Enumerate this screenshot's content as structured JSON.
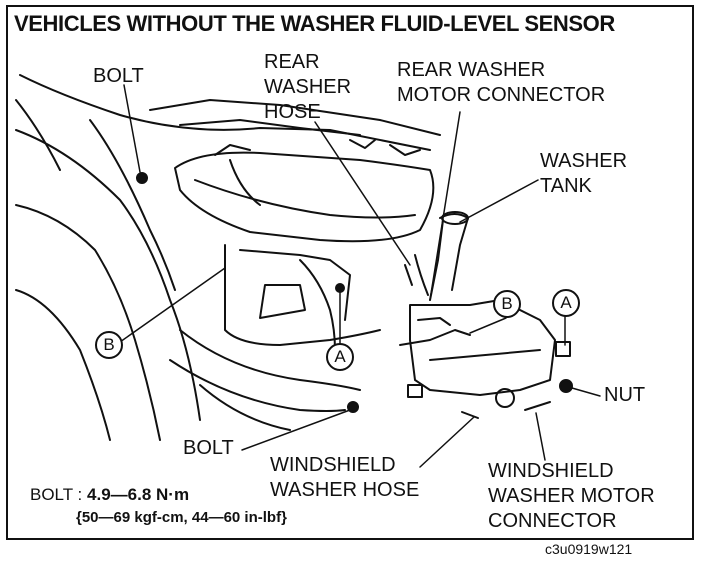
{
  "title": "VEHICLES WITHOUT THE WASHER FLUID-LEVEL SENSOR",
  "labels": {
    "bolt_top": "BOLT",
    "rear_washer_hose": [
      "REAR",
      "WASHER",
      "HOSE"
    ],
    "rear_washer_motor_connector": [
      "REAR WASHER",
      "MOTOR CONNECTOR"
    ],
    "washer_tank": [
      "WASHER",
      "TANK"
    ],
    "nut": "NUT",
    "bolt_bottom": "BOLT",
    "windshield_washer_hose": [
      "WINDSHIELD",
      "WASHER HOSE"
    ],
    "windshield_washer_motor_connector": [
      "WINDSHIELD",
      "WASHER MOTOR",
      "CONNECTOR"
    ]
  },
  "callouts": {
    "b": "B",
    "a": "A"
  },
  "spec": {
    "prefix": "BOLT : ",
    "value": "4.9—6.8 N·m",
    "detail": "{50—69 kgf-cm, 44—60 in-lbf}"
  },
  "figure_code": "c3u0919w121"
}
